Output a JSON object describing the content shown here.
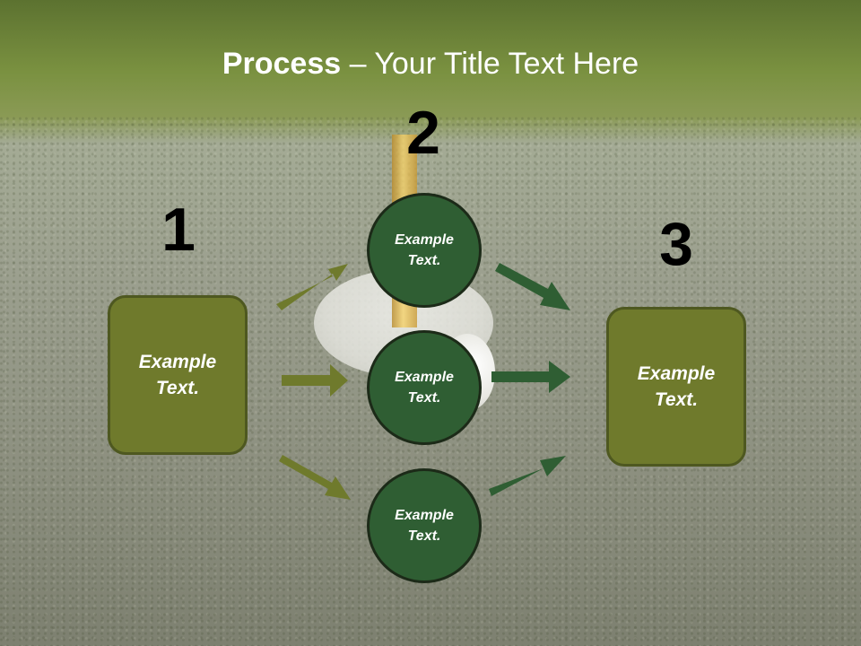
{
  "title": {
    "bold": "Process",
    "rest": " – Your Title Text Here"
  },
  "numbers": [
    "1",
    "2",
    "3"
  ],
  "left_box": {
    "label": "Example\nText."
  },
  "circles": [
    {
      "label": "Example\nText."
    },
    {
      "label": "Example\nText."
    },
    {
      "label": "Example\nText."
    }
  ],
  "right_box": {
    "label": "Example\nText."
  },
  "colors": {
    "box_fill": "#6f7a2c",
    "circle_fill": "#2f5e33",
    "left_arrows": "#6f7a2c",
    "right_arrows": "#2f5e33"
  }
}
